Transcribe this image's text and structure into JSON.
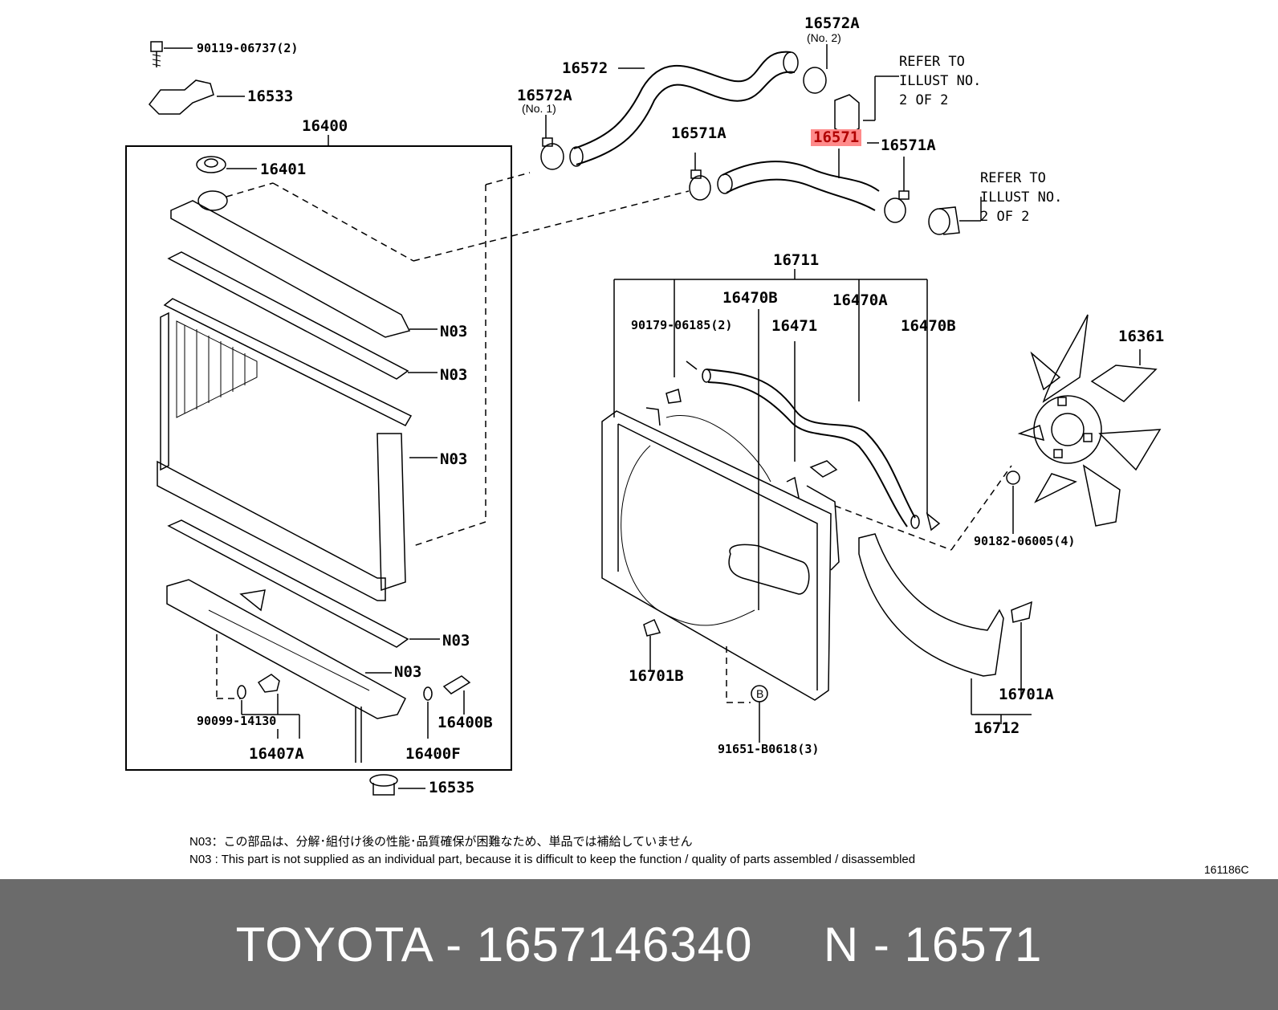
{
  "labels": {
    "p90119": "90119-06737(2)",
    "p16533": "16533",
    "p16400": "16400",
    "p16401": "16401",
    "p16572": "16572",
    "p16572a_top": "16572A",
    "no2": "(No. 2)",
    "p16572a_left": "16572A",
    "no1": "(No. 1)",
    "p16571a_left": "16571A",
    "p16571": "16571",
    "p16571a_right": "16571A",
    "refer1": "REFER TO\nILLUST NO.\n2 OF 2",
    "refer2": "REFER TO\nILLUST NO.\n2 OF 2",
    "n03_1": "N03",
    "n03_2": "N03",
    "n03_3": "N03",
    "n03_4": "N03",
    "n03_5": "N03",
    "p90099": "90099-14130",
    "p16407a": "16407A",
    "p16400f": "16400F",
    "p16400b": "16400B",
    "p16535": "16535",
    "p16711": "16711",
    "p16470b_1": "16470B",
    "p16470a": "16470A",
    "p90179": "90179-06185(2)",
    "p16471": "16471",
    "p16470b_2": "16470B",
    "p16361": "16361",
    "p90182": "90182-06005(4)",
    "p16701b": "16701B",
    "circle_b": "B",
    "p91651": "91651-B0618(3)",
    "p16701a": "16701A",
    "p16712": "16712"
  },
  "notes": {
    "jp": "N03：この部品は、分解･組付け後の性能･品質確保が困難なため、単品では補給していません",
    "en": "N03 : This part is not supplied as an individual part, because it is difficult to keep the function / quality of parts assembled / disassembled"
  },
  "diagram_code": "161186C",
  "footer": {
    "text": "TOYOTA - 1657146340     N - 16571"
  },
  "highlight_color": "#ff8a8a"
}
